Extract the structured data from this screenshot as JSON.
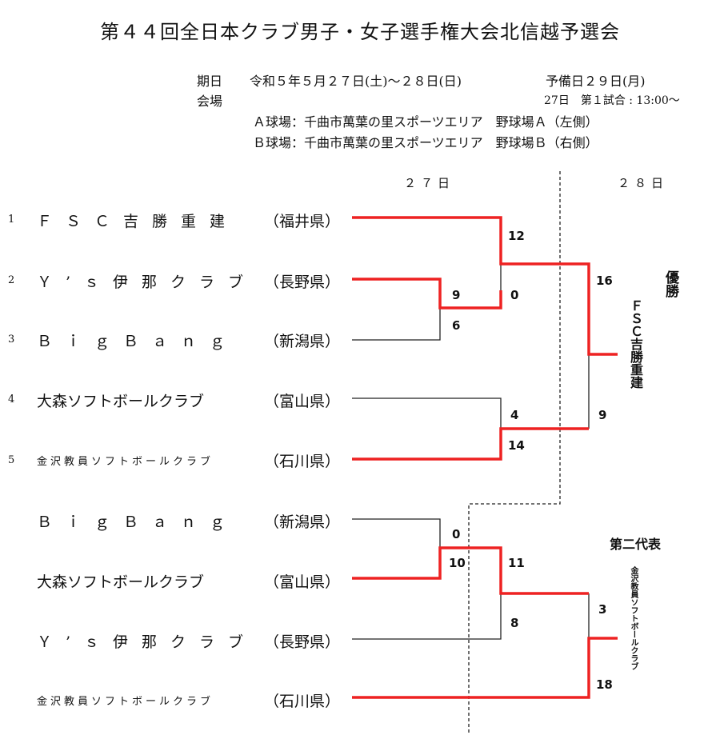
{
  "title": "第４４回全日本クラブ男子・女子選手権大会北信越予選会",
  "info": {
    "date_label": "期日",
    "date_value": "令和５年５月２７日(土)～２８日(日)",
    "reserve": "予備日２９日(月)",
    "venue_label": "会場",
    "start_time": "27日　第１試合 : 13:00～",
    "field_a": "Ａ球場：千曲市萬葉の里スポーツエリア　野球場Ａ（左側）",
    "field_b": "Ｂ球場：千曲市萬葉の里スポーツエリア　野球場Ｂ（右側）"
  },
  "days": {
    "day1": "２７日",
    "day2": "２８日"
  },
  "teams": [
    {
      "num": "1",
      "name": "ＦＳＣ吉勝重建",
      "pref": "（福井県）"
    },
    {
      "num": "2",
      "name": "Ｙ’ｓ伊那クラブ",
      "pref": "（長野県）"
    },
    {
      "num": "3",
      "name": "ＢｉｇＢａｎｇ",
      "pref": "（新潟県）"
    },
    {
      "num": "4",
      "name": "大森ソフトボールクラブ",
      "pref": "（富山県）"
    },
    {
      "num": "5",
      "name": "金沢教員ソフトボールクラブ",
      "pref": "（石川県）"
    },
    {
      "num": "",
      "name": "ＢｉｇＢａｎｇ",
      "pref": "（新潟県）"
    },
    {
      "num": "",
      "name": "大森ソフトボールクラブ",
      "pref": "（富山県）"
    },
    {
      "num": "",
      "name": "Ｙ’ｓ伊那クラブ",
      "pref": "（長野県）"
    },
    {
      "num": "",
      "name": "金沢教員ソフトボールクラブ",
      "pref": "（石川県）"
    }
  ],
  "scores": {
    "s12": "12",
    "s9a": "9",
    "s6": "6",
    "s0a": "0",
    "s16": "16",
    "s9b": "9",
    "s4": "4",
    "s14": "14",
    "s0b": "0",
    "s10": "10",
    "s11": "11",
    "s8": "8",
    "s3": "3",
    "s18": "18"
  },
  "results": {
    "winner_label": "優勝",
    "winner_name": "ＦＳＣ吉勝重建",
    "second_label": "第二代表",
    "second_name": "金沢教員ソフトボールクラブ"
  },
  "colors": {
    "win_line": "#ee2222",
    "lose_line": "#222222"
  }
}
